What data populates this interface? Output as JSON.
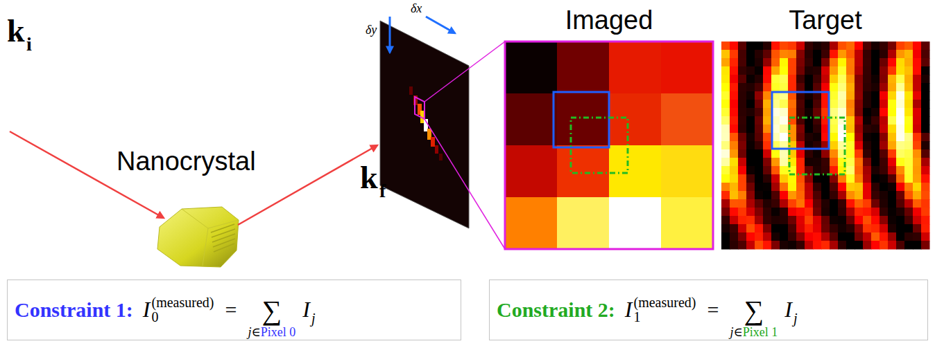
{
  "diagram": {
    "nodes": [
      {
        "text": [
          "Imaged"
        ]
      },
      {
        "text": [
          "Target"
        ]
      },
      {
        "text": [
          "Constraint 1:",
          "I",
          "0",
          "(measured)",
          "=",
          "∑",
          "j∈",
          "Pixel 0",
          "I",
          "j"
        ]
      },
      {
        "text": [
          "Constraint 2:",
          "I",
          "1",
          "(measured)",
          "=",
          "∑",
          "j∈",
          "Pixel 1",
          "I",
          "j"
        ]
      }
    ],
    "labels": [
      "k",
      "i",
      "Nanocrystal",
      "k",
      "f",
      "δy",
      "δx"
    ]
  }
}
